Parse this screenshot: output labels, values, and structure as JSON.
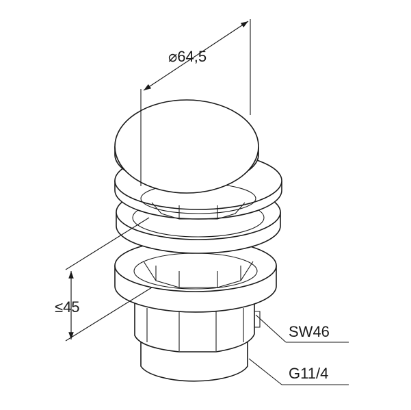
{
  "dimensions": {
    "diameter": {
      "symbol": "⌀",
      "value": "64,5"
    },
    "height": {
      "text": "≤45"
    },
    "wrench_size": {
      "text": "SW46"
    },
    "thread": {
      "text": "G11/4"
    }
  },
  "colors": {
    "line": "#1a1a1a",
    "background": "#ffffff"
  }
}
